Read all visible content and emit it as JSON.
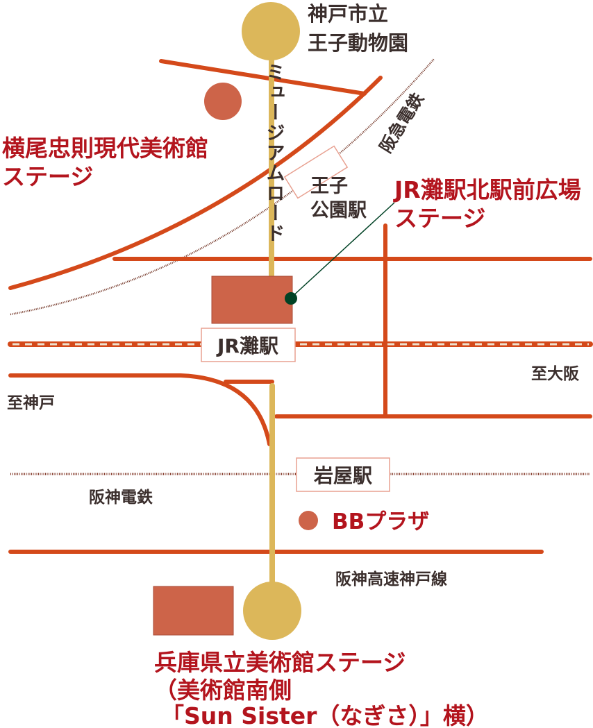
{
  "colors": {
    "road": "#d4491a",
    "museum_road": "#dcb75a",
    "venue": "#cd6449",
    "label_red": "#b3141d",
    "label_dark": "#3b2f2d",
    "pointer": "#004225"
  },
  "landmarks": {
    "zoo_line1": "神戸市立",
    "zoo_line2": "王子動物園",
    "museum_road": "ミュージアムロード",
    "hankyu": "阪急電鉄",
    "oji_station_line1": "王子",
    "oji_station_line2": "公園駅",
    "jr_station": "JR灘駅",
    "to_osaka": "至大阪",
    "to_kobe": "至神戸",
    "iwaya_station": "岩屋駅",
    "hanshin": "阪神電鉄",
    "expressway": "阪神高速神戸線"
  },
  "stages": {
    "yokoo_line1": "横尾忠則現代美術館",
    "yokoo_line2": "ステージ",
    "jr_line1": "JR灘駅北駅前広場",
    "jr_line2": "ステージ",
    "bb": "BBプラザ",
    "hyogo_line1": "兵庫県立美術館ステージ",
    "hyogo_line2": "（美術館南側",
    "hyogo_line3": "「Sun Sister（なぎさ）」横）"
  }
}
